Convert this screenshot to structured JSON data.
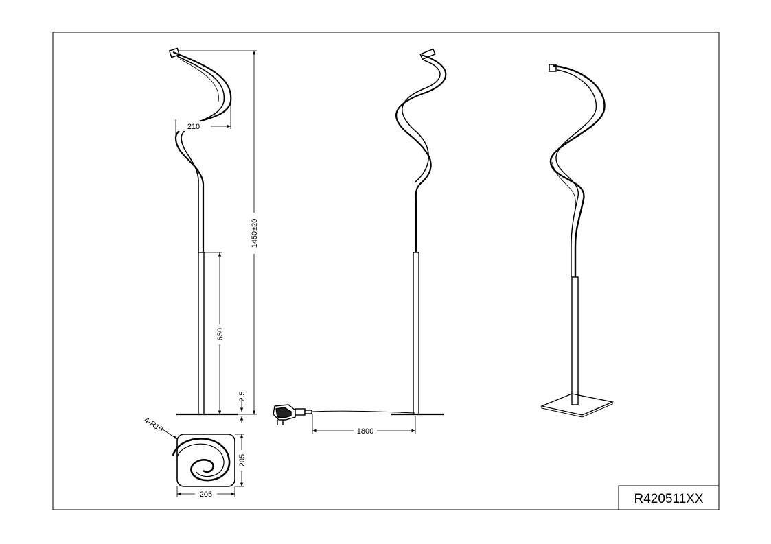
{
  "dimensions": {
    "spiral_width": "210",
    "total_height": "1450±20",
    "lower_pole_height": "650",
    "base_thickness": "2.5",
    "corner_radius": "4-R10",
    "base_depth": "205",
    "base_width": "205",
    "cable_length": "1800"
  },
  "title_block": {
    "model_code": "R420511XX"
  },
  "colors": {
    "line": "#000000",
    "background": "#ffffff"
  }
}
